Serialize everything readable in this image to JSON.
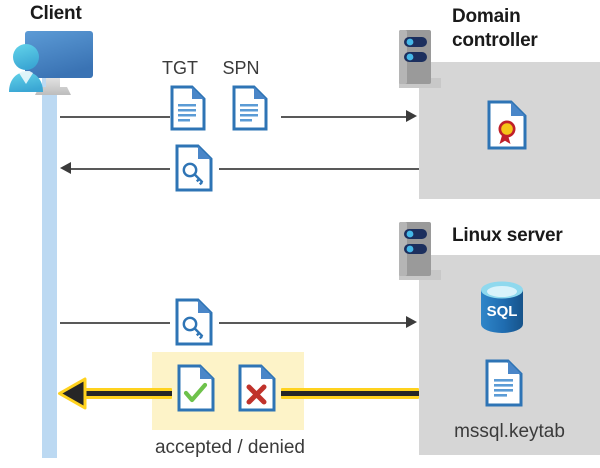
{
  "diagram": {
    "title": "Kerberos authentication flow between client, domain controller and Linux server",
    "colors": {
      "panel_gray": "#d6d6d6",
      "highlight_yellow": "#fdf3c8",
      "client_bar_blue": "#bcd9f2",
      "doc_border_blue": "#2e74b5",
      "doc_fold_blue": "#4a86c8",
      "arrow_gray": "#595959",
      "yellow_arrow": "#ffd21e",
      "yellow_arrow_core": "#262626",
      "accept_green": "#6ec24b",
      "deny_red": "#c0322b",
      "sql_blue": "#1f6cb0",
      "seal_red": "#c0202a",
      "seal_yellow": "#f5c518",
      "server_body_gray": "#9a9a9a",
      "server_light_gray": "#c8c8c8",
      "server_pill_navy": "#1c2f5e",
      "server_dot_cyan": "#45b8e8",
      "person_cyan": "#4ec3e0",
      "monitor_blue": "#3f7fc1"
    },
    "nodes": {
      "client": {
        "label": "Client",
        "icon": "client-computer-user-icon"
      },
      "domain_controller": {
        "label_line1": "Domain",
        "label_line2": "controller",
        "server_icon": "server-rack-icon",
        "contents": [
          {
            "name": "certificate-document-icon",
            "label": ""
          }
        ]
      },
      "linux_server": {
        "label": "Linux server",
        "server_icon": "server-rack-icon",
        "contents": [
          {
            "name": "sql-database-icon",
            "label": "SQL"
          },
          {
            "name": "keytab-document-icon",
            "label": "mssql.keytab"
          }
        ]
      }
    },
    "flows": [
      {
        "id": "flow-1",
        "direction": "right",
        "style": "thin-gray",
        "badges": [
          {
            "name": "tgt-document-icon",
            "tag": "TGT"
          },
          {
            "name": "spn-document-icon",
            "tag": "SPN"
          }
        ]
      },
      {
        "id": "flow-2",
        "direction": "left",
        "style": "thin-gray",
        "badges": [
          {
            "name": "key-document-icon",
            "tag": ""
          }
        ]
      },
      {
        "id": "flow-3",
        "direction": "right",
        "style": "thin-gray",
        "badges": [
          {
            "name": "key-document-icon",
            "tag": ""
          }
        ]
      },
      {
        "id": "flow-4",
        "direction": "left",
        "style": "thick-yellow",
        "badges": [
          {
            "name": "accepted-document-icon",
            "tag": ""
          },
          {
            "name": "denied-document-icon",
            "tag": ""
          }
        ],
        "caption": "accepted / denied"
      }
    ]
  }
}
